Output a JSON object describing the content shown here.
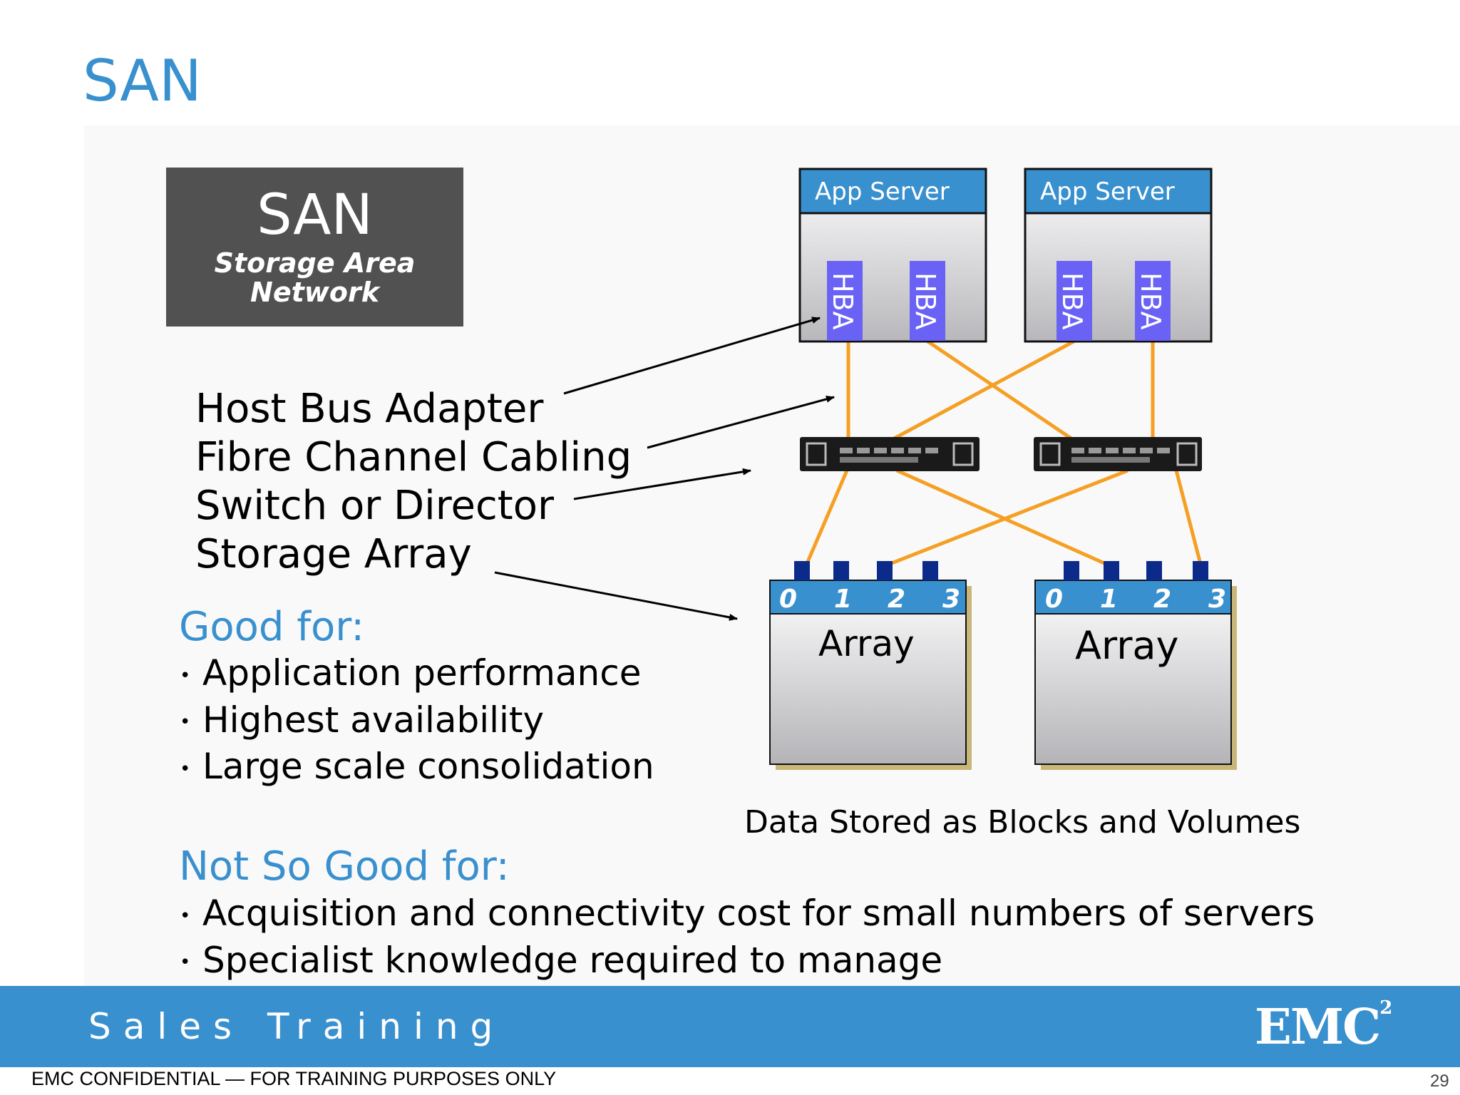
{
  "slide": {
    "title": "SAN",
    "page_number": "29"
  },
  "san_box": {
    "title": "SAN",
    "subtitle": "Storage Area Network"
  },
  "components": [
    "Host Bus Adapter",
    "Fibre Channel Cabling",
    "Switch or Director",
    "Storage Array"
  ],
  "good_for": {
    "heading": "Good for:",
    "items": [
      "Application performance",
      "Highest availability",
      "Large scale consolidation"
    ]
  },
  "not_good_for": {
    "heading": "Not So Good for:",
    "items": [
      "Acquisition and connectivity cost for small numbers of servers",
      "Specialist knowledge required to manage"
    ]
  },
  "diagram": {
    "server_label": "App Server",
    "hba_label": "HBA",
    "array_label": "Array",
    "port_labels": [
      "0",
      "1",
      "2",
      "3"
    ],
    "caption": "Data Stored as Blocks and Volumes"
  },
  "footer": {
    "text": "Sales Training",
    "logo": "EMC",
    "logo_sup": "2",
    "confidential": "EMC CONFIDENTIAL  —  FOR TRAINING PURPOSES ONLY"
  },
  "colors": {
    "accent_blue": "#3990cf",
    "hba_purple": "#6a62f5",
    "cable_orange": "#f5a024",
    "port_navy": "#0b2a8a"
  }
}
